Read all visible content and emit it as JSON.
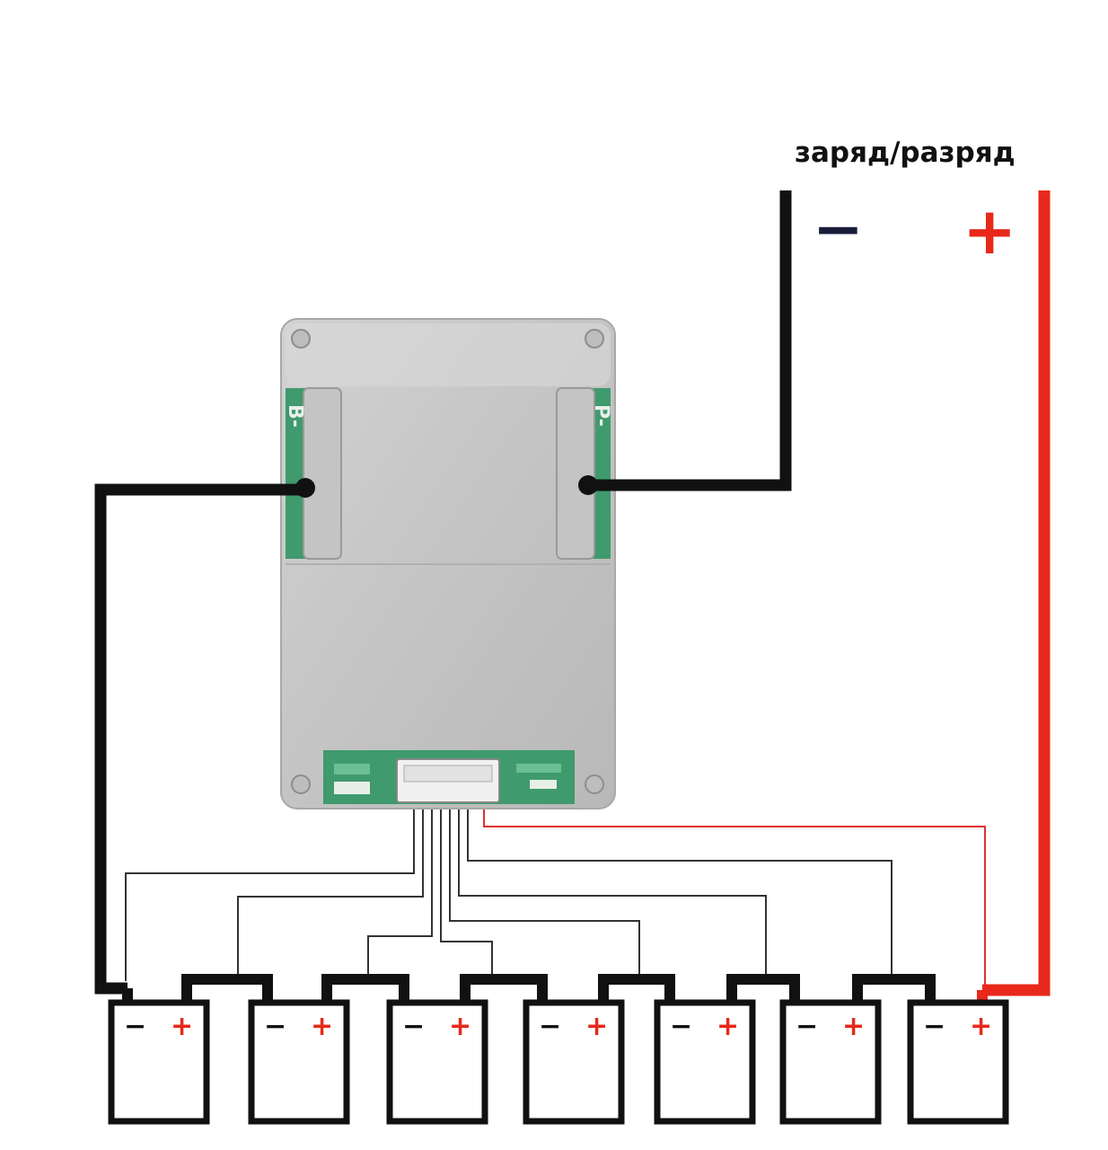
{
  "title": "заряд/разряд",
  "output_terminals": {
    "minus_symbol": "−",
    "plus_symbol": "+"
  },
  "board": {
    "pad_b_label": "B-",
    "pad_p_label": "P-"
  },
  "cells": {
    "count": 7,
    "minus_symbol": "−",
    "plus_symbol": "+"
  },
  "colors": {
    "thick_negative_wire": "#111111",
    "thick_positive_wire": "#e8281a",
    "balance_wire": "#333333",
    "balance_red_wire": "#e03030",
    "minus_sign_output": "#1a1d3a",
    "plus_sign": "#e8281a",
    "board_metal": "#c8c8c8",
    "pcb_green": "#3f9a6e"
  }
}
